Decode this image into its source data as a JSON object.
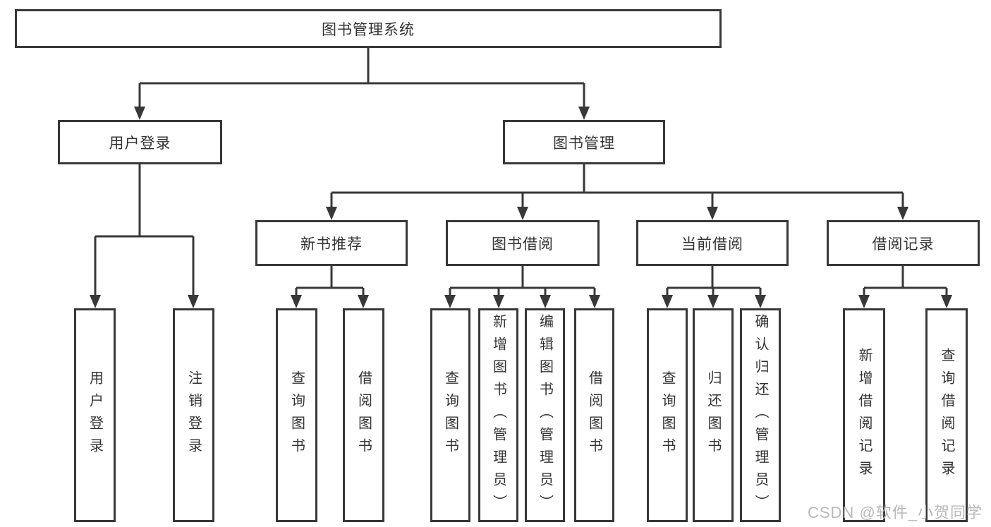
{
  "diagram": {
    "root": {
      "label": "图书管理系统"
    },
    "branches": [
      {
        "label": "用户登录",
        "children": [
          {
            "label": "用户登录"
          },
          {
            "label": "注销登录"
          }
        ]
      },
      {
        "label": "图书管理",
        "children": [
          {
            "label": "新书推荐",
            "children": [
              {
                "label": "查询图书"
              },
              {
                "label": "借阅图书"
              }
            ]
          },
          {
            "label": "图书借阅",
            "children": [
              {
                "label": "查询图书"
              },
              {
                "label": "新增图书（管理员）"
              },
              {
                "label": "编辑图书（管理员）"
              },
              {
                "label": "借阅图书"
              }
            ]
          },
          {
            "label": "当前借阅",
            "children": [
              {
                "label": "查询图书"
              },
              {
                "label": "归还图书"
              },
              {
                "label": "确认归还（管理员）"
              }
            ]
          },
          {
            "label": "借阅记录",
            "children": [
              {
                "label": "新增借阅记录"
              },
              {
                "label": "查询借阅记录"
              }
            ]
          }
        ]
      }
    ]
  },
  "watermark": {
    "text": "CSDN @软件_小贺同学"
  },
  "colors": {
    "line": "#383838",
    "text": "#333333",
    "watermark": "#b9b9b9",
    "background": "#ffffff"
  }
}
